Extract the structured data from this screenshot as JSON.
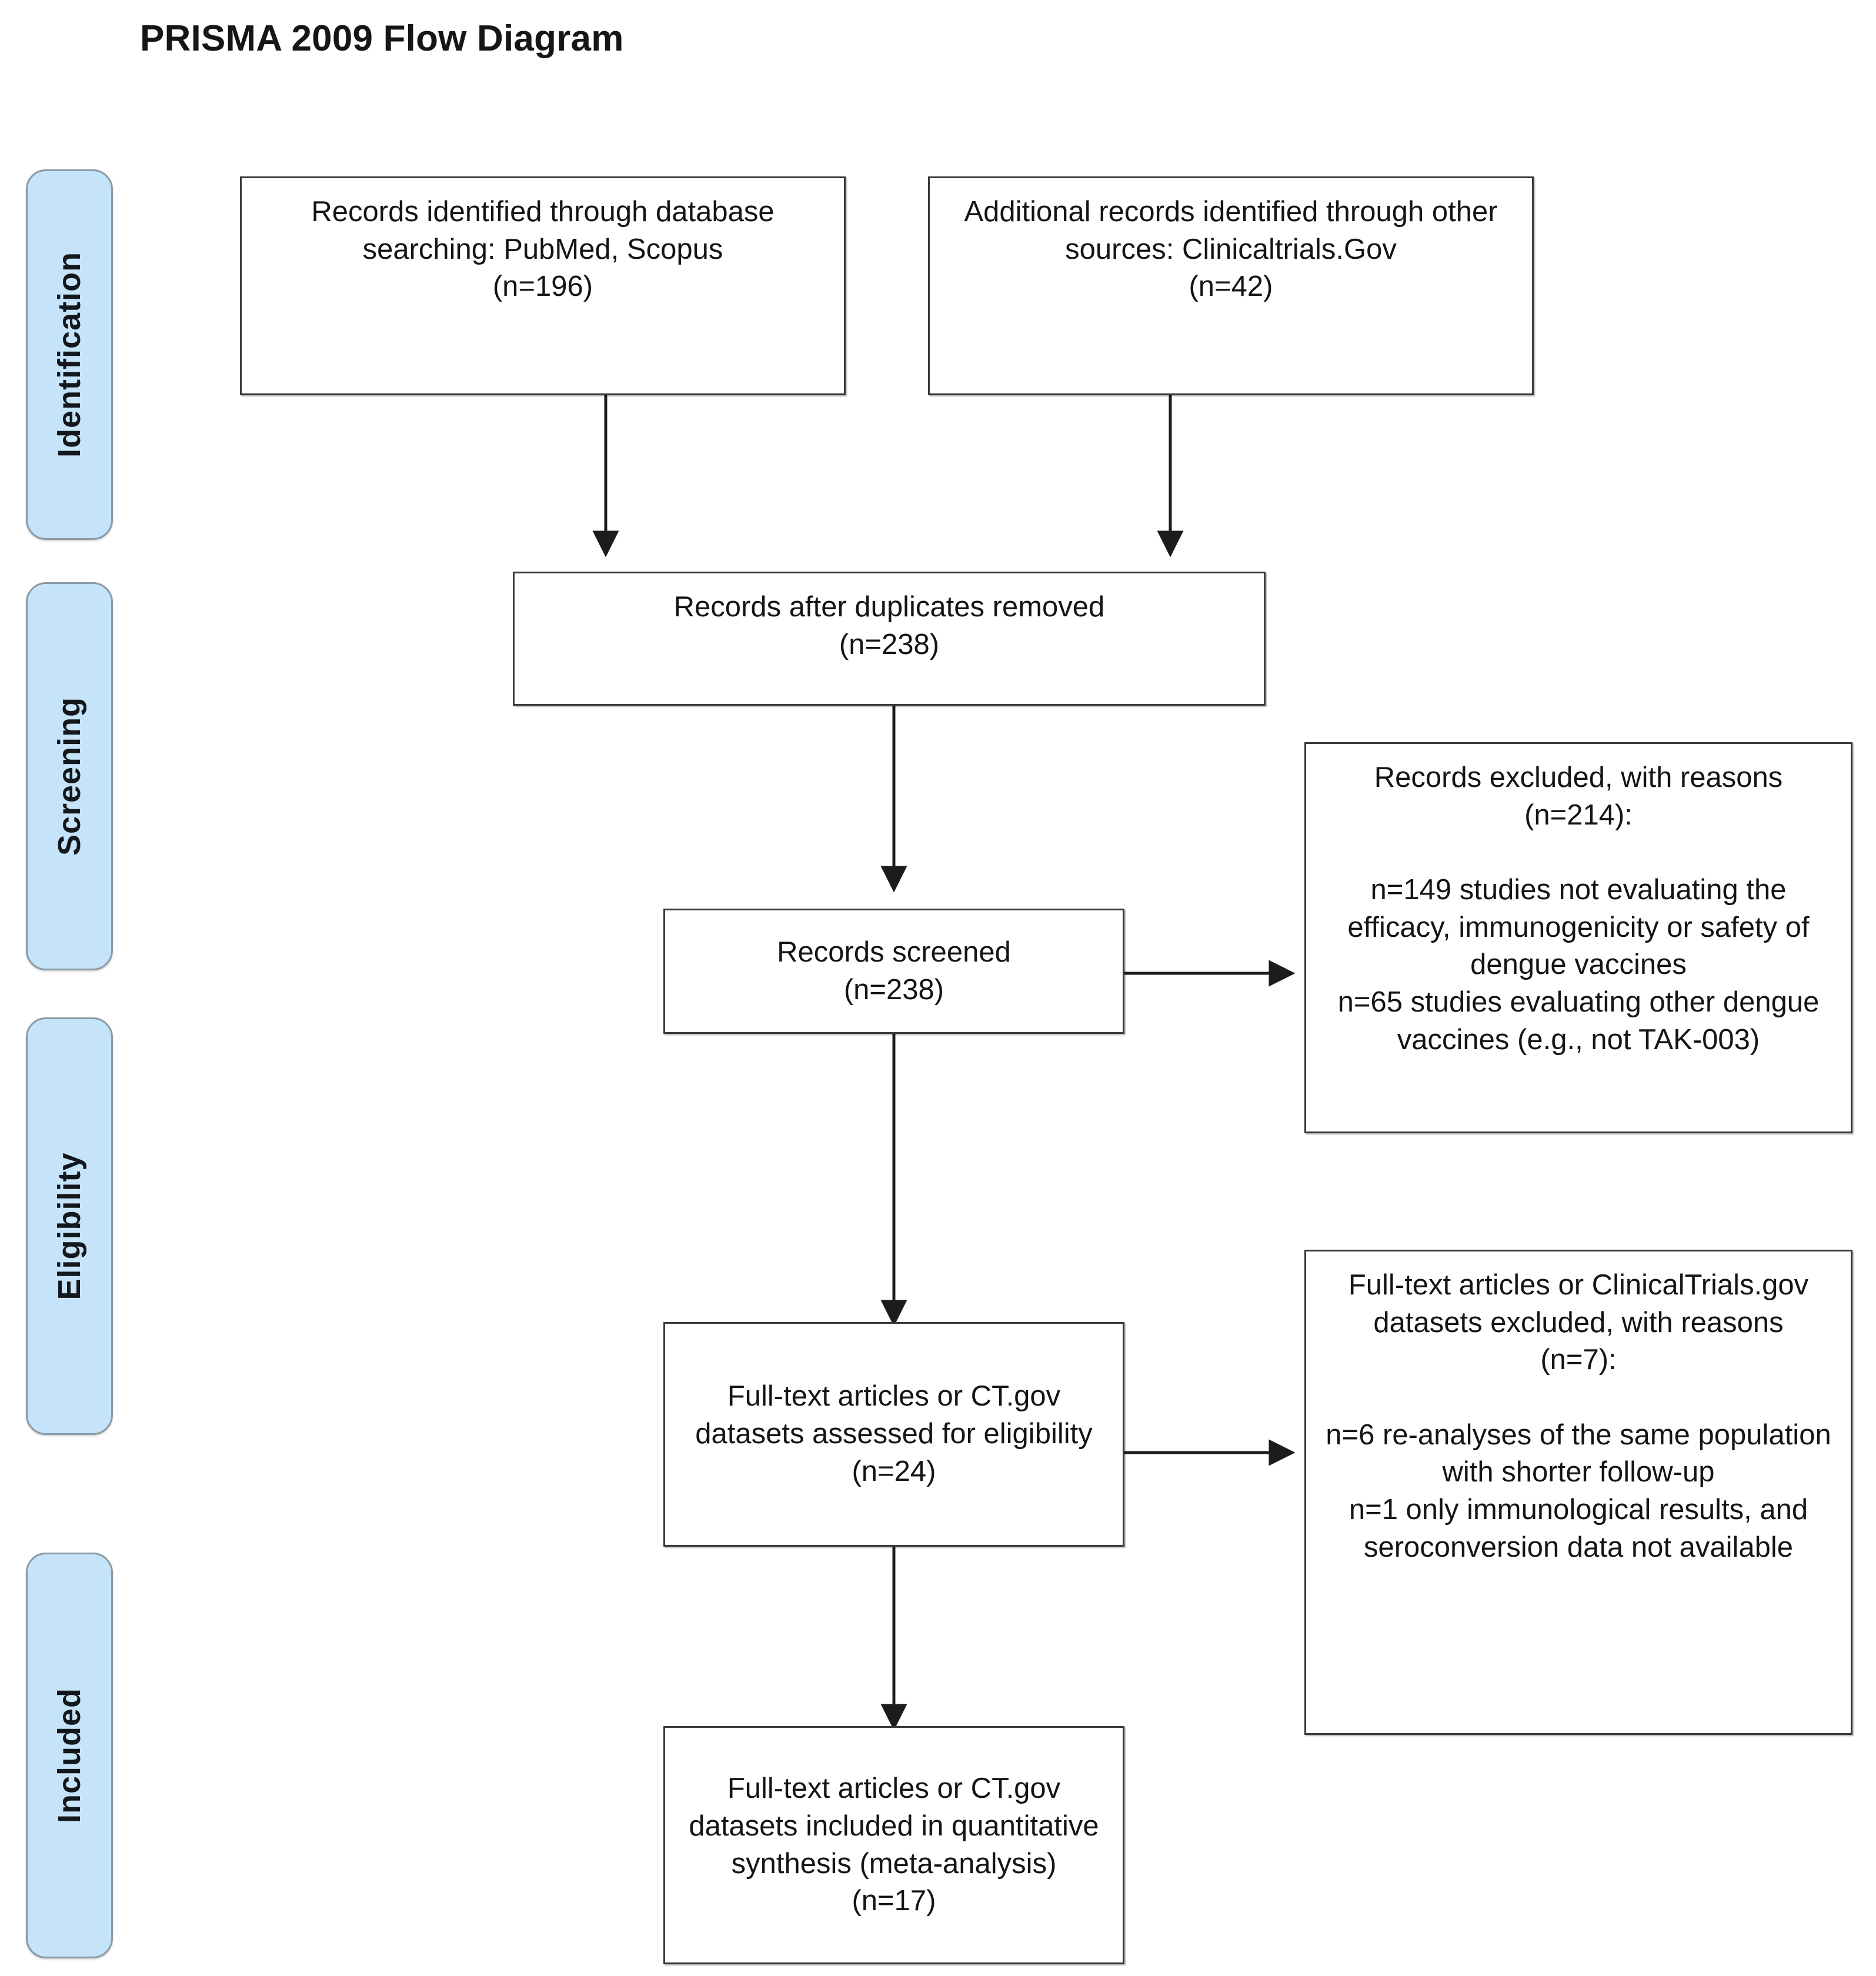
{
  "title": "PRISMA 2009 Flow Diagram",
  "colors": {
    "stage_bar_fill": "#c5e4fa",
    "stage_bar_border": "#8a9aa6",
    "box_border": "#3a3a3a",
    "box_fill": "#ffffff",
    "text": "#141414",
    "connector": "#1c1c1c",
    "background": "#ffffff"
  },
  "stages": [
    {
      "id": "identification",
      "label": "Identification"
    },
    {
      "id": "screening",
      "label": "Screening"
    },
    {
      "id": "eligibility",
      "label": "Eligibility"
    },
    {
      "id": "included",
      "label": "Included"
    }
  ],
  "boxes": {
    "database_search": {
      "text": "Records identified through database searching: PubMed, Scopus\n(n=196)",
      "count_label": "(n=196)",
      "n": 196
    },
    "other_sources": {
      "text": "Additional records identified through other sources: Clinicaltrials.Gov\n(n=42)",
      "count_label": "(n=42)",
      "n": 42
    },
    "duplicates_removed": {
      "text": "Records after duplicates removed\n(n=238)",
      "count_label": "(n=238)",
      "n": 238
    },
    "records_screened": {
      "text": "Records screened\n(n=238)",
      "count_label": "(n=238)",
      "n": 238
    },
    "records_excluded": {
      "text": "Records excluded, with reasons\n(n=214):\n\nn=149 studies not evaluating the efficacy, immunogenicity or safety of dengue vaccines\nn=65 studies evaluating other dengue vaccines (e.g., not TAK-003)",
      "count_label": "(n=214):",
      "n": 214,
      "reasons": [
        {
          "n": 149,
          "text": "n=149 studies not evaluating the efficacy, immunogenicity or safety of dengue vaccines"
        },
        {
          "n": 65,
          "text": "n=65 studies evaluating other dengue vaccines (e.g., not TAK-003)"
        }
      ]
    },
    "fulltext_assessed": {
      "text": "Full-text articles or CT.gov datasets assessed for eligibility\n(n=24)",
      "count_label": "(n=24)",
      "n": 24
    },
    "fulltext_excluded": {
      "text": "Full-text articles or ClinicalTrials.gov datasets excluded, with reasons\n(n=7):\n\nn=6 re-analyses of the same population with shorter follow-up\nn=1 only immunological results, and seroconversion data not available",
      "count_label": "(n=7):",
      "n": 7,
      "reasons": [
        {
          "n": 6,
          "text": "n=6 re-analyses of the same population with shorter follow-up"
        },
        {
          "n": 1,
          "text": "n=1 only immunological results, and seroconversion data not available"
        }
      ]
    },
    "included_synthesis": {
      "text": "Full-text articles or CT.gov datasets included in quantitative synthesis (meta-analysis)\n(n=17)",
      "count_label": "(n=17)",
      "n": 17
    }
  },
  "chart_data": {
    "type": "diagram",
    "title": "PRISMA 2009 Flow Diagram",
    "nodes": [
      {
        "id": "database_search",
        "stage": "Identification",
        "n": 196
      },
      {
        "id": "other_sources",
        "stage": "Identification",
        "n": 42
      },
      {
        "id": "duplicates_removed",
        "stage": "Screening",
        "n": 238
      },
      {
        "id": "records_screened",
        "stage": "Screening",
        "n": 238
      },
      {
        "id": "records_excluded",
        "stage": "Screening",
        "n": 214
      },
      {
        "id": "fulltext_assessed",
        "stage": "Eligibility",
        "n": 24
      },
      {
        "id": "fulltext_excluded",
        "stage": "Eligibility",
        "n": 7
      },
      {
        "id": "included_synthesis",
        "stage": "Included",
        "n": 17
      }
    ],
    "edges": [
      {
        "from": "database_search",
        "to": "duplicates_removed"
      },
      {
        "from": "other_sources",
        "to": "duplicates_removed"
      },
      {
        "from": "duplicates_removed",
        "to": "records_screened"
      },
      {
        "from": "records_screened",
        "to": "records_excluded"
      },
      {
        "from": "records_screened",
        "to": "fulltext_assessed"
      },
      {
        "from": "fulltext_assessed",
        "to": "fulltext_excluded"
      },
      {
        "from": "fulltext_assessed",
        "to": "included_synthesis"
      }
    ]
  }
}
